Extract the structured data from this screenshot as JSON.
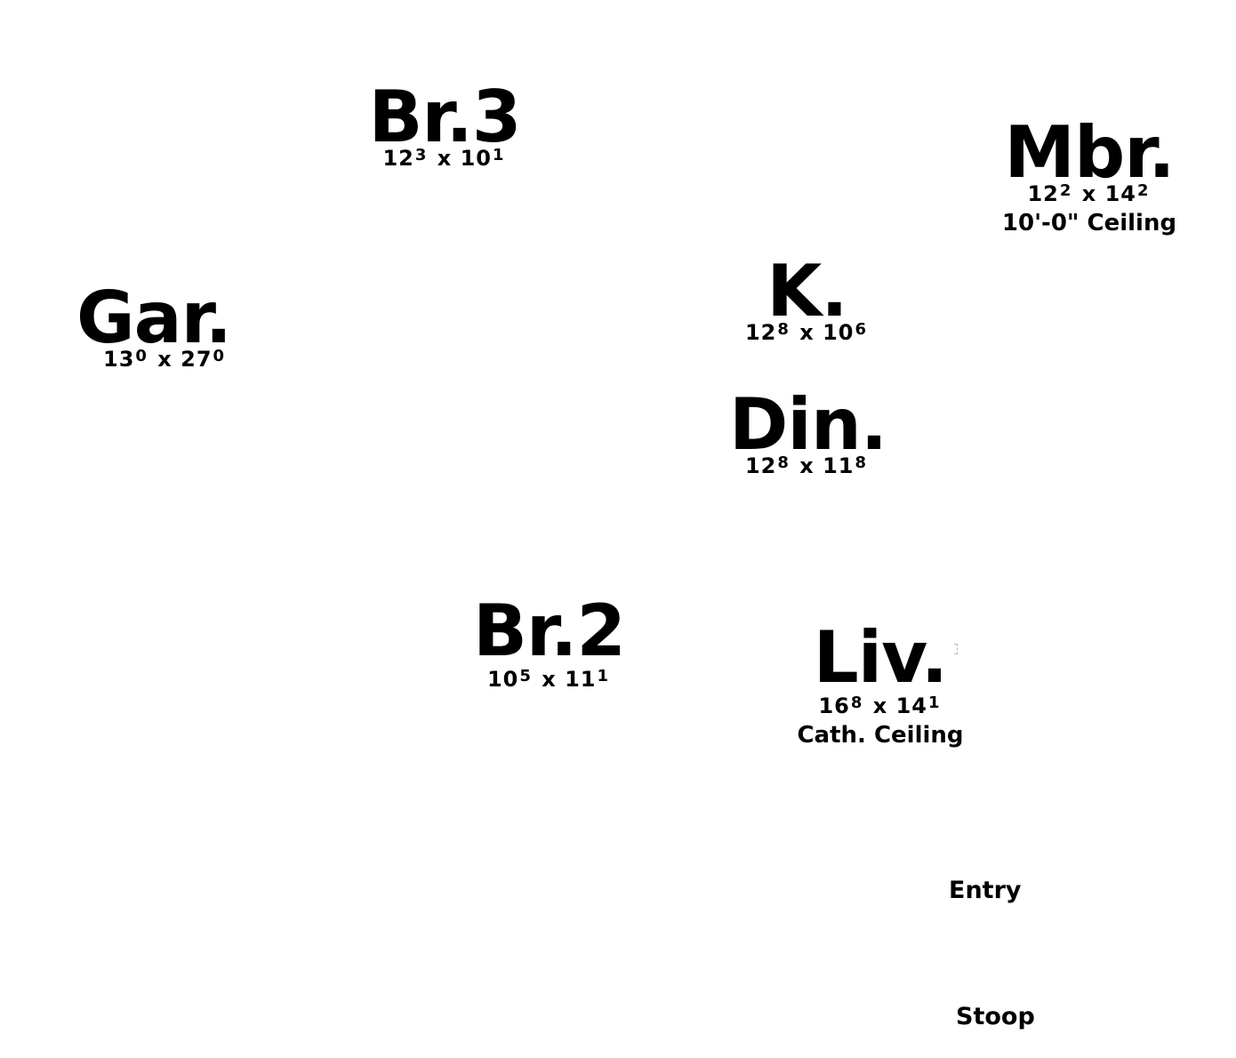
{
  "rooms": {
    "br3": {
      "name": "Br.3",
      "w": "12",
      "w_in": "3",
      "x": "x",
      "h": "10",
      "h_in": "1"
    },
    "mbr": {
      "name": "Mbr.",
      "w": "12",
      "w_in": "2",
      "x": "x",
      "h": "14",
      "h_in": "2",
      "note": "10'-0\" Ceiling"
    },
    "gar": {
      "name": "Gar.",
      "w": "13",
      "w_in": "0",
      "x": "x",
      "h": "27",
      "h_in": "0"
    },
    "k": {
      "name": "K.",
      "w": "12",
      "w_in": "8",
      "x": "x",
      "h": "10",
      "h_in": "6"
    },
    "din": {
      "name": "Din.",
      "w": "12",
      "w_in": "8",
      "x": "x",
      "h": "11",
      "h_in": "8"
    },
    "br2": {
      "name": "Br.2",
      "w": "10",
      "w_in": "5",
      "x": "x",
      "h": "11",
      "h_in": "1"
    },
    "liv": {
      "name": "Liv.",
      "w": "16",
      "w_in": "8",
      "x": "x",
      "h": "14",
      "h_in": "1",
      "note": "Cath. Ceiling"
    }
  },
  "labels": {
    "entry": "Entry",
    "stoop": "Stoop"
  }
}
